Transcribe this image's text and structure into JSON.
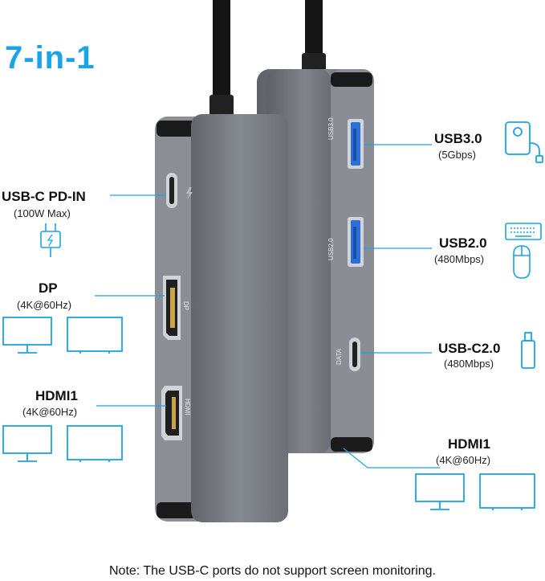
{
  "title": "7-in-1",
  "colors": {
    "accent": "#1aa3e8",
    "hub_body": "#7a7e84",
    "port_blue": "#2c6fd8"
  },
  "left_ports": [
    {
      "name": "USB-C PD-IN",
      "spec": "(100W Max)",
      "icon": "power-plug-icon"
    },
    {
      "name": "DP",
      "spec": "(4K@60Hz)",
      "icon": "monitor-icon"
    },
    {
      "name": "HDMI1",
      "spec": "(4K@60Hz)",
      "icon": "monitor-icon"
    }
  ],
  "right_ports": [
    {
      "name": "USB3.0",
      "spec": "(5Gbps)",
      "icon": "external-drive-icon"
    },
    {
      "name": "USB2.0",
      "spec": "(480Mbps)",
      "icon": "keyboard-mouse-icon"
    },
    {
      "name": "USB-C2.0",
      "spec": "(480Mbps)",
      "icon": "usb-stick-icon"
    },
    {
      "name": "HDMI1",
      "spec": "(4K@60Hz)",
      "icon": "monitor-icon"
    }
  ],
  "hub_labels": {
    "dp": "DP",
    "hdmi": "HDMI",
    "usb3": "USB3.0",
    "usb2": "USB2.0",
    "data": "DATA"
  },
  "note": "Note: The USB-C ports do not support screen monitoring."
}
